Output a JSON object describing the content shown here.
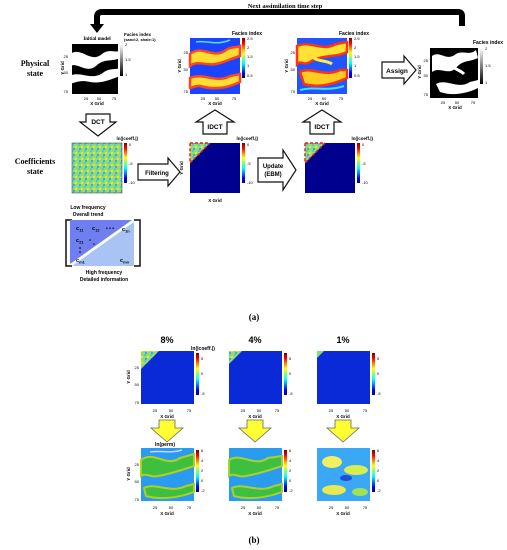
{
  "part_a": {
    "top_arrow_label": "Next assimilation time step",
    "row_labels": {
      "physical_line1": "Physical",
      "physical_line2": "state",
      "coeff_line1": "Coefficients",
      "coeff_line2": "state"
    },
    "initial_model_label": "Initial model",
    "facies_title_first": "Facies index",
    "facies_subtitle": "(sand:2, shale:1)",
    "facies_title": "Facies index",
    "facies_ticks_simple": [
      "2",
      "1.5",
      "1"
    ],
    "facies_ticks_25": [
      "2.5",
      "2",
      "1.5",
      "1",
      "0.5"
    ],
    "coeff_title": "ln(|coeff.|)",
    "coeff_ticks": [
      "0",
      "-5",
      "-10"
    ],
    "y_axis_label": "Y Grid",
    "x_axis_label": "X Grid",
    "axis_ticks": [
      "25",
      "50",
      "75"
    ],
    "arrows": {
      "dct": "DCT",
      "idct": "IDCT",
      "filtering": "Filtering",
      "update_line1": "Update",
      "update_line2": "(EBM)",
      "assign": "Assign"
    },
    "matrix": {
      "low_line1": "Low frequency",
      "low_line2": "Overall trend",
      "c11": "c",
      "c11_sub": "11",
      "c12": "c",
      "c12_sub": "12",
      "c21": "c",
      "c21_sub": "21",
      "cm1": "c",
      "cm1_sub": "m1",
      "c1n": "c",
      "c1n_sub": "1n",
      "cmn": "c",
      "cmn_sub": "mn",
      "high_line1": "High frequency",
      "high_line2": "Detailed information"
    },
    "caption": "(a)"
  },
  "part_b": {
    "pct_labels": [
      "8%",
      "4%",
      "1%"
    ],
    "coeff_title": "ln(|coeff.|)",
    "perm_title": "ln(perm)",
    "coeff_ticks": [
      "5",
      "0",
      "-5"
    ],
    "perm_ticks": [
      "6",
      "4",
      "2",
      "0",
      "-2"
    ],
    "y_axis_label": "Y Grid",
    "x_axis_label": "X Grid",
    "axis_ticks": [
      "25",
      "50",
      "75"
    ],
    "caption": "(b)"
  },
  "colors": {
    "jet_low": "#00008f",
    "jet_high": "#800000",
    "arrow_yellow": "#ffff33",
    "highlight_red": "#e52020"
  }
}
